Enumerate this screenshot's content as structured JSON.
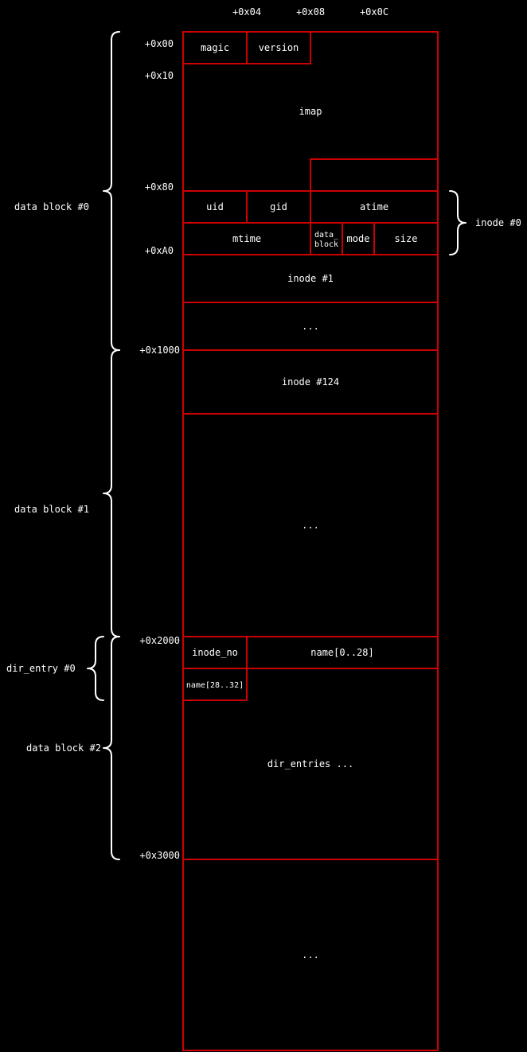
{
  "column_offsets": [
    "+0x04",
    "+0x08",
    "+0x0C"
  ],
  "row_offsets": {
    "o00": "+0x00",
    "o10": "+0x10",
    "o80": "+0x80",
    "oA0": "+0xA0",
    "o1000": "+0x1000",
    "o2000": "+0x2000",
    "o3000": "+0x3000"
  },
  "fields": {
    "magic": "magic",
    "version": "version",
    "imap": "imap",
    "uid": "uid",
    "gid": "gid",
    "atime": "atime",
    "mtime": "mtime",
    "data_block_line1": "data_",
    "data_block_line2": "block",
    "mode": "mode",
    "size": "size",
    "inode_1": "inode #1",
    "ellipsis_1": "...",
    "inode_124": "inode #124",
    "ellipsis_2": "...",
    "inode_no": "inode_no",
    "name_0_28": "name[0..28]",
    "name_28_32": "name[28..32]",
    "dir_entries": "dir_entries ...",
    "ellipsis_3": "..."
  },
  "regions": {
    "data_block_0": "data block #0",
    "data_block_1": "data block #1",
    "data_block_2": "data block #2",
    "dir_entry_0": "dir_entry #0",
    "inode_0": "inode #0"
  },
  "colors": {
    "background": "#000000",
    "cell_border": "#cc0000",
    "text": "#ffffff",
    "brace": "#ffffff"
  }
}
